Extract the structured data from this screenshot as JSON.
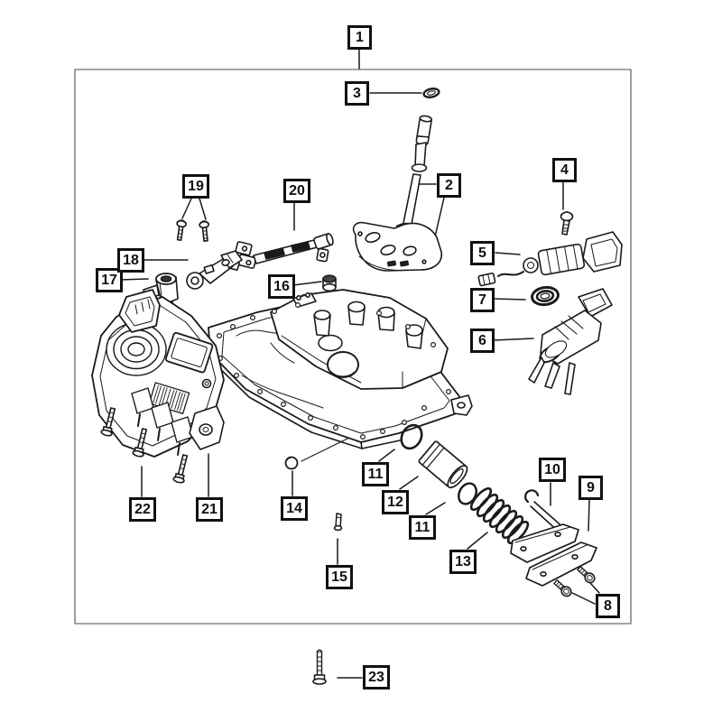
{
  "figure": {
    "type": "exploded-parts-diagram",
    "background": "#ffffff",
    "line_color": "#1a1a1a",
    "frame_color": "#858585",
    "callouts": [
      {
        "key": "1",
        "label": "1"
      },
      {
        "key": "2",
        "label": "2"
      },
      {
        "key": "3",
        "label": "3"
      },
      {
        "key": "4",
        "label": "4"
      },
      {
        "key": "5",
        "label": "5"
      },
      {
        "key": "6",
        "label": "6"
      },
      {
        "key": "7",
        "label": "7"
      },
      {
        "key": "8",
        "label": "8"
      },
      {
        "key": "9",
        "label": "9"
      },
      {
        "key": "10",
        "label": "10"
      },
      {
        "key": "11a",
        "label": "11"
      },
      {
        "key": "12",
        "label": "12"
      },
      {
        "key": "11b",
        "label": "11"
      },
      {
        "key": "13",
        "label": "13"
      },
      {
        "key": "14",
        "label": "14"
      },
      {
        "key": "15",
        "label": "15"
      },
      {
        "key": "16",
        "label": "16"
      },
      {
        "key": "17",
        "label": "17"
      },
      {
        "key": "18",
        "label": "18"
      },
      {
        "key": "19",
        "label": "19"
      },
      {
        "key": "20",
        "label": "20"
      },
      {
        "key": "21",
        "label": "21"
      },
      {
        "key": "22",
        "label": "22"
      },
      {
        "key": "23",
        "label": "23"
      }
    ]
  }
}
